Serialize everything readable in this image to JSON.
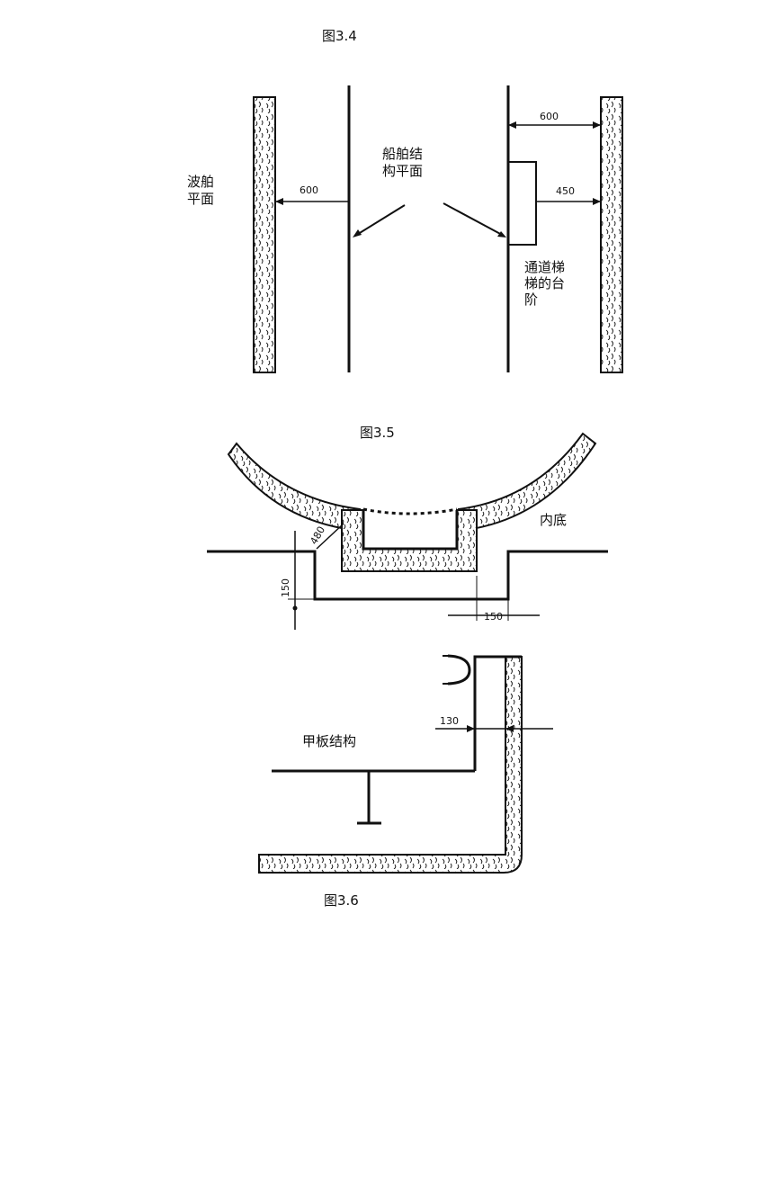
{
  "captions": {
    "fig34": "图3.4",
    "fig35": "图3.5",
    "fig36": "图3.6"
  },
  "fig34": {
    "shell_plane_line1": "波舶",
    "shell_plane_line2": "平面",
    "structure_plane_line1": "船舶结",
    "structure_plane_line2": "构平面",
    "step_line1": "通道梯",
    "step_line2": "梯的台",
    "step_line3": "阶",
    "dim_left": "600",
    "dim_right_top": "600",
    "dim_right_mid": "450"
  },
  "fig35": {
    "inner_bottom": "内底",
    "dim_diag": "480",
    "dim_vertical": "150",
    "dim_bottom": "150"
  },
  "fig36": {
    "deck_structure": "甲板结构",
    "dim": "130"
  },
  "colors": {
    "ink": "#111111",
    "paper": "#ffffff"
  }
}
